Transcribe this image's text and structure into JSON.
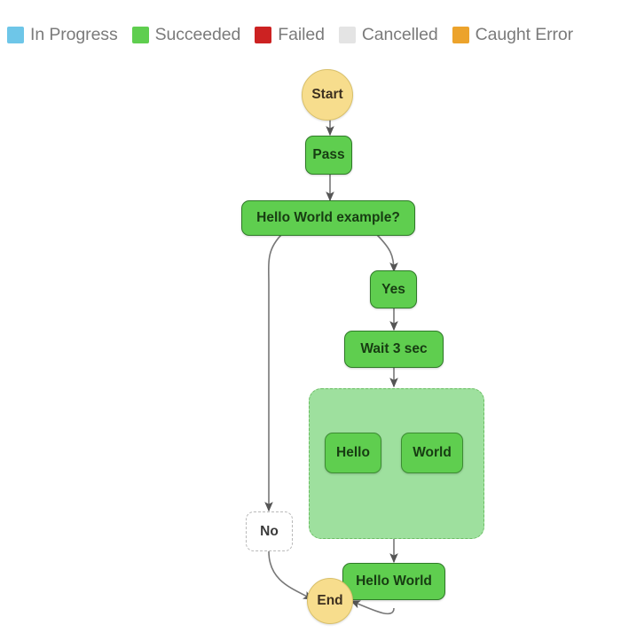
{
  "legend": {
    "items": [
      {
        "label": "In Progress",
        "color": "#6ec6e8",
        "icon": "square-swatch"
      },
      {
        "label": "Succeeded",
        "color": "#5fce4f",
        "icon": "square-swatch"
      },
      {
        "label": "Failed",
        "color": "#cc2222",
        "icon": "square-swatch"
      },
      {
        "label": "Cancelled",
        "color": "#e4e4e4",
        "icon": "square-swatch"
      },
      {
        "label": "Caught Error",
        "color": "#eca32c",
        "icon": "square-swatch"
      }
    ]
  },
  "graph": {
    "nodes": {
      "start": {
        "label": "Start",
        "status": "Succeeded"
      },
      "pass": {
        "label": "Pass",
        "status": "Succeeded"
      },
      "choice": {
        "label": "Hello World example?",
        "status": "Succeeded"
      },
      "yes": {
        "label": "Yes",
        "status": "Succeeded"
      },
      "wait": {
        "label": "Wait 3 sec",
        "status": "Succeeded"
      },
      "hello": {
        "label": "Hello",
        "status": "Succeeded"
      },
      "world": {
        "label": "World",
        "status": "Succeeded"
      },
      "no": {
        "label": "No",
        "status": "Cancelled"
      },
      "hello_world": {
        "label": "Hello World",
        "status": "Succeeded"
      },
      "end": {
        "label": "End",
        "status": "Succeeded"
      }
    }
  }
}
